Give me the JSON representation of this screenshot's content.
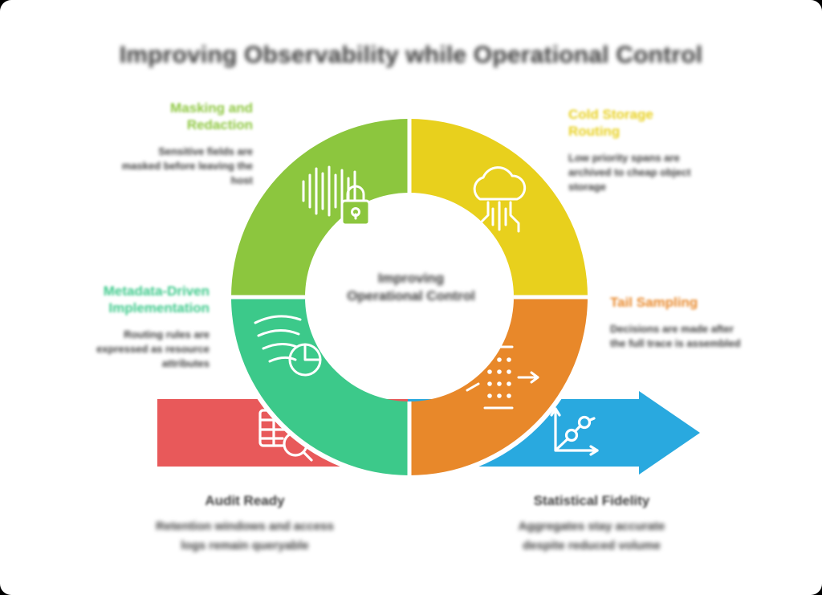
{
  "title": "Improving Observability while Operational Control",
  "center": {
    "line1": "Improving",
    "line2": "Operational Control"
  },
  "colors": {
    "green": "#8CC63E",
    "yellow": "#E8D01D",
    "teal": "#3CC98A",
    "orange": "#E8882A",
    "red": "#E8595A",
    "blue": "#29A9DF",
    "text_dark": "#3A3A3A",
    "white": "#FFFFFF"
  },
  "donut": {
    "segments": [
      {
        "id": "masking",
        "label": "Masking and Redaction",
        "color": "#8CC63E",
        "icon": "waveform-lock-icon",
        "position": "top-left"
      },
      {
        "id": "cold",
        "label": "Cold Storage Routing",
        "color": "#E8D01D",
        "icon": "cloud-circuit-icon",
        "position": "top-right"
      },
      {
        "id": "metadata",
        "label": "Metadata-Driven Implementation",
        "color": "#3CC98A",
        "icon": "wind-pie-icon",
        "position": "bottom-left"
      },
      {
        "id": "tail",
        "label": "Tail Sampling",
        "color": "#E8882A",
        "icon": "filter-arrow-icon",
        "position": "bottom-right"
      }
    ]
  },
  "arrow_bar": {
    "segments": [
      {
        "id": "audit",
        "color": "#E8595A",
        "icon": "table-search-icon"
      },
      {
        "id": "statistical",
        "color": "#29A9DF",
        "icon": "line-chart-icon"
      }
    ]
  },
  "callouts": [
    {
      "id": "masking",
      "heading": "Masking and Redaction",
      "heading_color": "#8CC63E",
      "body": "Sensitive fields are masked before leaving the host"
    },
    {
      "id": "cold",
      "heading": "Cold Storage Routing",
      "heading_color": "#E8D01D",
      "body": "Low priority spans are archived to cheap object storage"
    },
    {
      "id": "metadata",
      "heading": "Metadata-Driven Implementation",
      "heading_color": "#3CC98A",
      "body": "Routing rules are expressed as resource attributes"
    },
    {
      "id": "tail",
      "heading": "Tail Sampling",
      "heading_color": "#E8882A",
      "body": "Decisions are made after the full trace is assembled"
    },
    {
      "id": "audit",
      "heading": "Audit Ready",
      "heading_color": "#3A3A3A",
      "body": "Retention windows and access logs remain queryable"
    },
    {
      "id": "statistical",
      "heading": "Statistical Fidelity",
      "heading_color": "#3A3A3A",
      "body": "Aggregates stay accurate despite reduced volume"
    }
  ]
}
